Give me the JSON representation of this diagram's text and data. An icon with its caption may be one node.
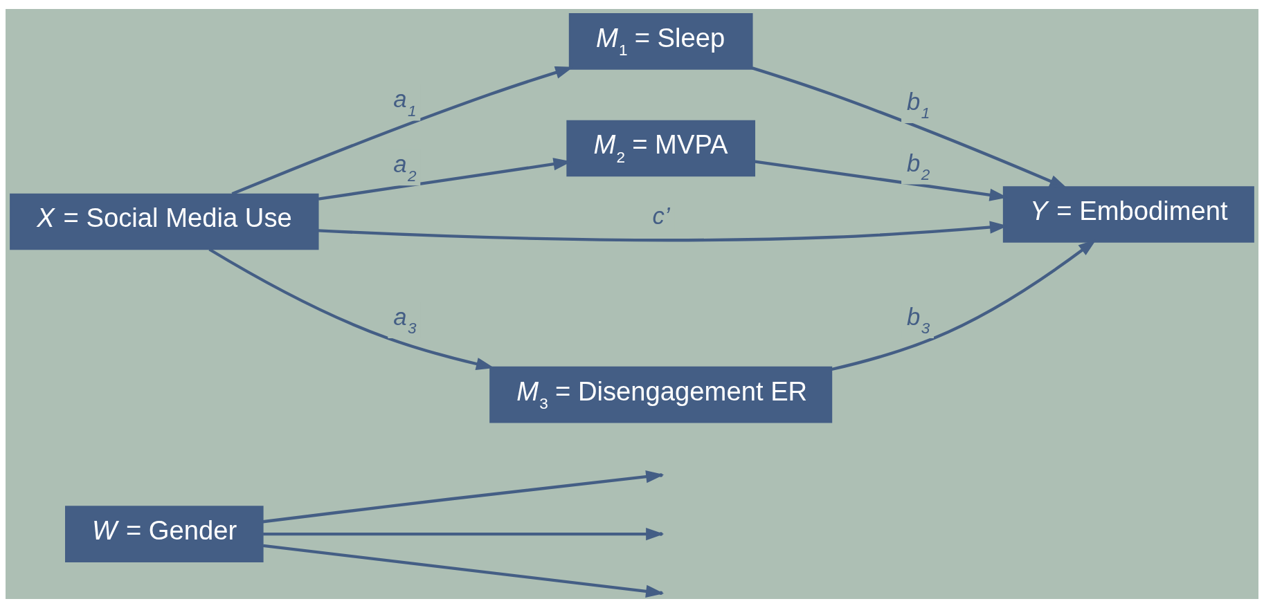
{
  "diagram": {
    "nodes": [
      {
        "text": [
          "*W* = Gender"
        ]
      },
      {
        "text": [
          "*M*$_{1}$ = Sleep"
        ]
      },
      {
        "text": [
          "*M*$_{2}$ = MVPA"
        ]
      },
      {
        "text": [
          "*X* = Social Media Use"
        ]
      },
      {
        "text": [
          "*Y* = Embodiment"
        ]
      },
      {
        "text": [
          "*M*$_{3}$ = Disengagement ER"
        ]
      }
    ],
    "edges": [
      {
        "from": 0,
        "to": null,
        "arrow": "to"
      },
      {
        "from": 0,
        "to": null,
        "arrow": "to"
      },
      {
        "from": 0,
        "to": null,
        "arrow": "to"
      },
      {
        "from": 3,
        "to": 1,
        "arrow": "to",
        "label": "a$_{1}$"
      },
      {
        "from": 3,
        "to": 2,
        "arrow": "to",
        "label": "a$_{2}$"
      },
      {
        "from": 3,
        "to": 4,
        "arrow": "to",
        "label": "c’"
      },
      {
        "from": 3,
        "to": 5,
        "arrow": "to",
        "label": "a$_{3}$"
      },
      {
        "from": 1,
        "to": 4,
        "arrow": "to",
        "label": "b$_{1}$"
      },
      {
        "from": 2,
        "to": 4,
        "arrow": "to",
        "label": "b$_{2}$"
      },
      {
        "from": 5,
        "to": 4,
        "arrow": "to",
        "label": "b$_{3}$"
      }
    ]
  }
}
